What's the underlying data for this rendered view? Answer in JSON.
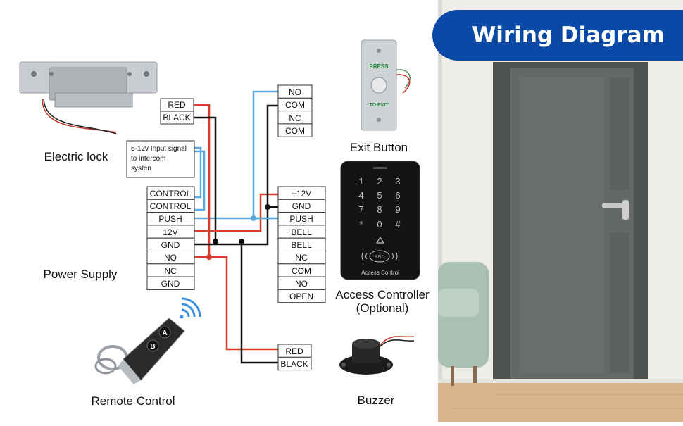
{
  "banner": {
    "title": "Wiring Diagram"
  },
  "devices": {
    "electric_lock": "Electric lock",
    "power_supply": "Power Supply",
    "remote_control": "Remote Control",
    "exit_button": "Exit Button",
    "access_controller": "Access Controller",
    "access_controller_optional": "(Optional)",
    "buzzer": "Buzzer"
  },
  "lock_wires": [
    "RED",
    "BLACK"
  ],
  "note": [
    "5-12v Input signal",
    "to intercom",
    "systen"
  ],
  "power_supply_terminals": [
    "CONTROL",
    "CONTROL",
    "PUSH",
    "12V",
    "GND",
    "NO",
    "NC",
    "GND"
  ],
  "exit_button_terminals": [
    "NO",
    "COM",
    "NC",
    "COM"
  ],
  "controller_terminals": [
    "+12V",
    "GND",
    "PUSH",
    "BELL",
    "BELL",
    "NC",
    "COM",
    "NO",
    "OPEN"
  ],
  "buzzer_wires": [
    "RED",
    "BLACK"
  ],
  "exit_button_face": {
    "top": "PRESS",
    "bottom": "TO EXIT"
  },
  "keypad": {
    "keys": [
      "1",
      "2",
      "3",
      "4",
      "5",
      "6",
      "7",
      "8",
      "9",
      "*",
      "0",
      "#"
    ],
    "rfid": "RFID",
    "brand": "Access Control"
  },
  "remote_keys": [
    "A",
    "B"
  ],
  "colors": {
    "banner": "#0a49a6",
    "red_wire": "#d83a2c",
    "black_wire": "#111111",
    "blue_wire": "#5aa8e0",
    "wall": "#f0efea",
    "door": "#5d625f"
  }
}
